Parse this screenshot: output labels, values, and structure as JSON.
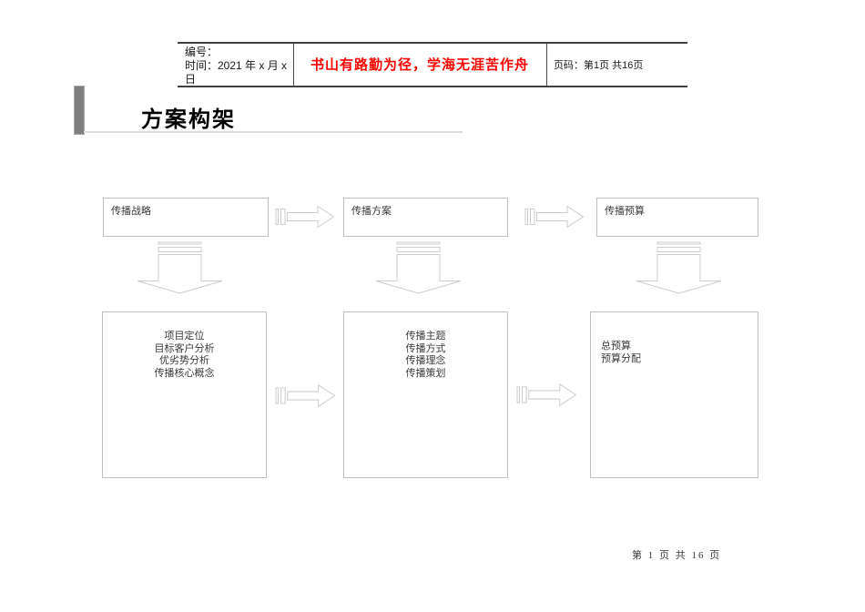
{
  "header": {
    "left": {
      "id_label": "编号：",
      "date_label": "时间：2021 年 x 月 x 日"
    },
    "motto": "书山有路勤为径，学海无涯苦作舟",
    "page_info": "页码：第1页 共16页"
  },
  "title": "方案构架",
  "diagram": {
    "top_boxes": [
      {
        "label": "传播战略"
      },
      {
        "label": "传播方案"
      },
      {
        "label": "传播预算"
      }
    ],
    "bottom_boxes": [
      {
        "lines": [
          "项目定位",
          "目标客户分析",
          "优劣势分析",
          "传播核心概念"
        ]
      },
      {
        "lines": [
          "传播主题",
          "传播方式",
          "传播理念",
          "传播策划"
        ]
      },
      {
        "lines": [
          "总预算",
          "预算分配"
        ]
      }
    ],
    "icons": {
      "horizontal": "striped-right-arrow",
      "vertical": "striped-down-arrow"
    }
  },
  "footer": {
    "page_text": "第 1 页 共 16 页"
  },
  "colors": {
    "motto_red": "#ff0000",
    "header_rule": "#3f3f3f",
    "box_border": "#c0c0c0",
    "arrow_outline": "#cccccc",
    "title_bar_gray": "#7f7f7f",
    "title_underline": "#dcdcdc",
    "body_text": "#3a3a3a"
  }
}
